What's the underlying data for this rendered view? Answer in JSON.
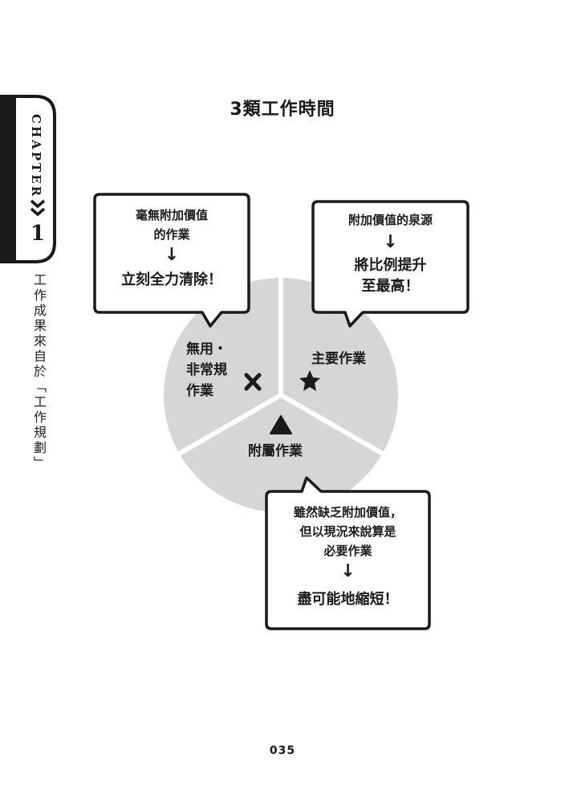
{
  "chapter": {
    "word": "CHAPTER",
    "number": "1"
  },
  "side_text": "工作成果來自於「工作規劃」",
  "title": "3類工作時間",
  "segments": {
    "useless": {
      "lines": [
        "無用・",
        "非常規",
        "作業"
      ],
      "icon": "cross-icon"
    },
    "main": {
      "label": "主要作業",
      "icon": "star-icon"
    },
    "auxiliary": {
      "label": "附屬作業",
      "icon": "triangle-icon"
    }
  },
  "boxes": {
    "useless": {
      "lines": [
        "毫無附加價值",
        "的作業"
      ],
      "arrow": "↓",
      "conclusion": "立刻全力清除！"
    },
    "main": {
      "lines": [
        "附加價值的泉源"
      ],
      "arrow": "↓",
      "conclusion_lines": [
        "將比例提升",
        "至最高！"
      ]
    },
    "auxiliary": {
      "lines": [
        "雖然缺乏附加價值，",
        "但以現況來說算是",
        "必要作業"
      ],
      "arrow": "↓",
      "conclusion": "盡可能地縮短！"
    }
  },
  "colors": {
    "pie": "#d6d6d6",
    "ink": "#1a1a1a",
    "background": "#ffffff"
  },
  "page_number": "035"
}
